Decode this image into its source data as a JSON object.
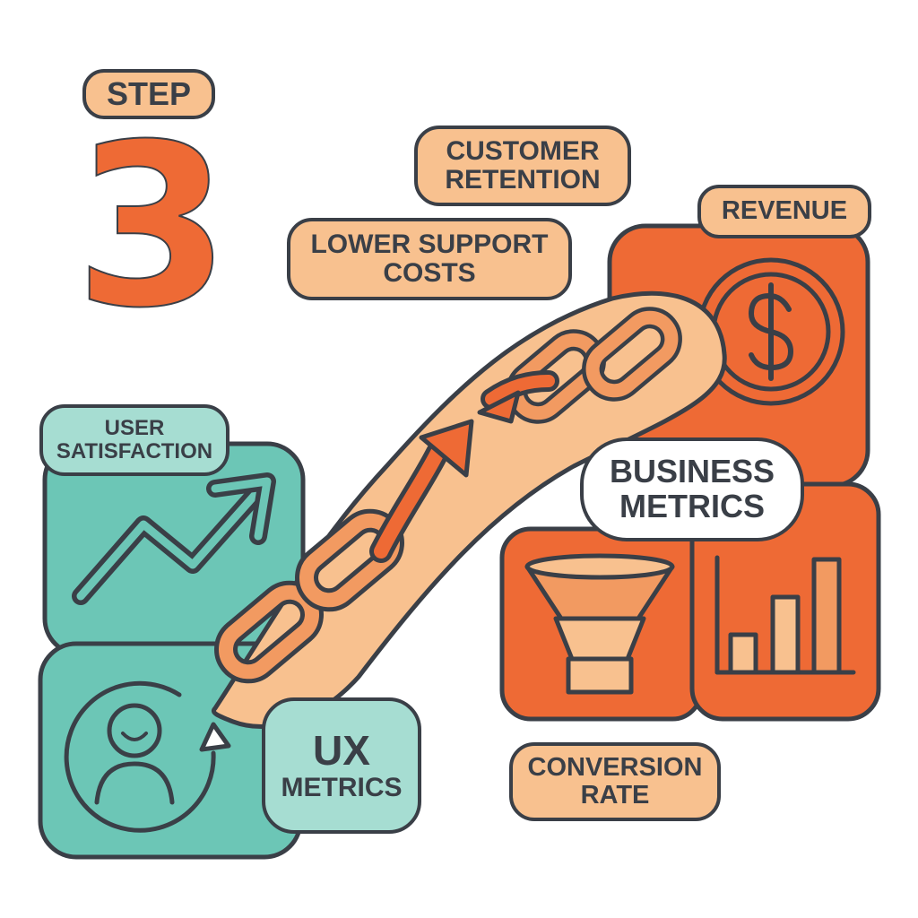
{
  "step": {
    "label": "STEP",
    "number": "3"
  },
  "labels": {
    "customer_retention": [
      "CUSTOMER",
      "RETENTION"
    ],
    "lower_support_costs": [
      "LOWER SUPPORT",
      "COSTS"
    ],
    "revenue": "REVENUE",
    "user_satisfaction": [
      "USER",
      "SATISFACTION"
    ],
    "business_metrics": [
      "BUSINESS",
      "METRICS"
    ],
    "ux_metrics": [
      "UX",
      "METRICS"
    ],
    "conversion_rate": [
      "CONVERSION",
      "RATE"
    ]
  },
  "bar_chart_levels": [
    0.3,
    0.6,
    0.9
  ],
  "colors": {
    "outline": "#3a3f47",
    "teal": "#6cc6b6",
    "teal_light": "#a6ddd2",
    "orange": "#ee6a35",
    "peach": "#f8c18f",
    "peach_dark": "#f29a61",
    "white": "#ffffff"
  },
  "icons": [
    "trend-up-arrow-icon",
    "user-refresh-icon",
    "chain-link-icon",
    "dollar-coin-icon",
    "funnel-icon",
    "bar-chart-icon",
    "growth-arrow-icon"
  ]
}
